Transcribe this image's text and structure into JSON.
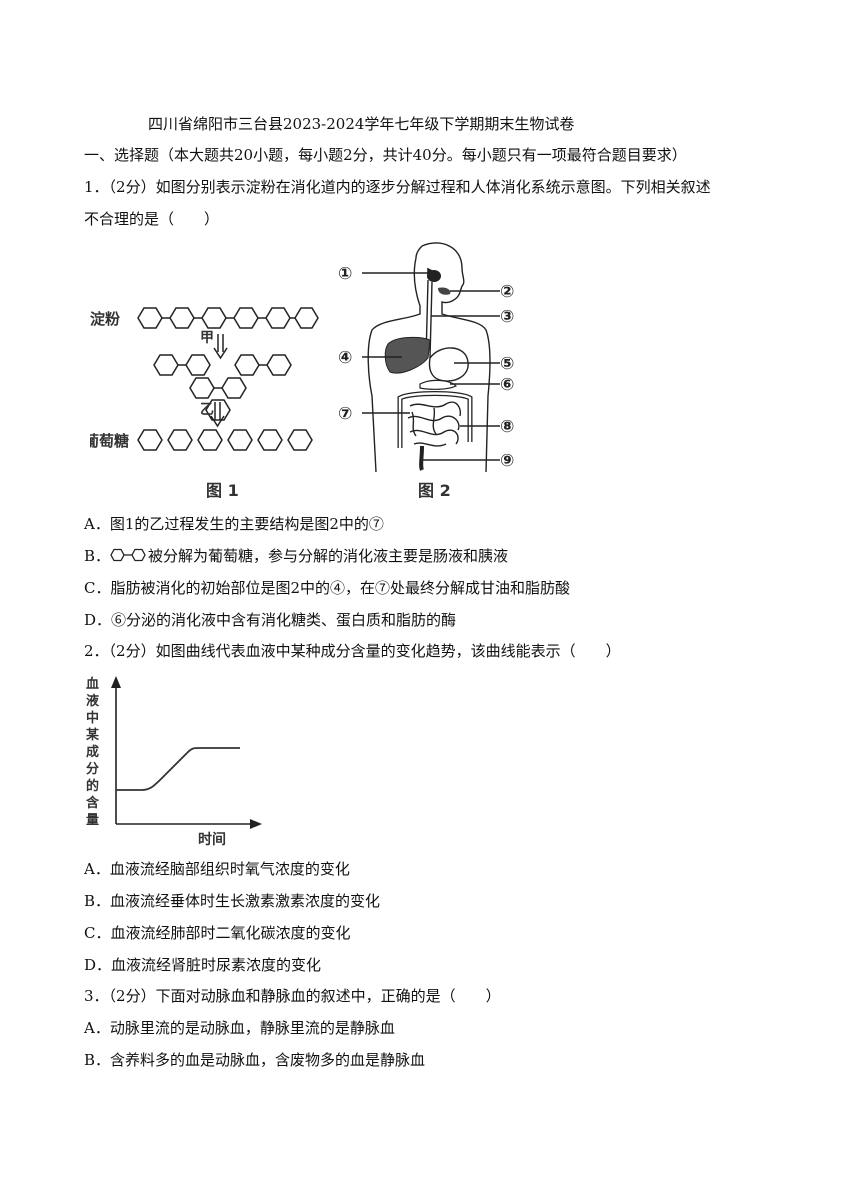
{
  "exam_title": "四川省绵阳市三台县2023-2024学年七年级下学期期末生物试卷",
  "section": "一、选择题（本大题共20小题，每小题2分，共计40分。每小题只有一项最符合题目要求）",
  "q1": {
    "stem_line1": "1．（2分）如图分别表示淀粉在消化道内的逐步分解过程和人体消化系统示意图。下列相关叙述",
    "stem_line2": "不合理的是（　　）",
    "fig1": {
      "starch": "淀粉",
      "jia": "甲",
      "yi": "乙",
      "glucose": "葡萄糖",
      "caption": "图 1"
    },
    "fig2": {
      "labels": [
        "①",
        "②",
        "③",
        "④",
        "⑤",
        "⑥",
        "⑦",
        "⑧",
        "⑨"
      ],
      "caption": "图 2"
    },
    "options": {
      "A": "A．图1的乙过程发生的主要结构是图2中的⑦",
      "B_prefix": "B．",
      "B_text": "被分解为葡萄糖，参与分解的消化液主要是肠液和胰液",
      "C": "C．脂肪被消化的初始部位是图2中的④，在⑦处最终分解成甘油和脂肪酸",
      "D": "D．⑥分泌的消化液中含有消化糖类、蛋白质和脂肪的酶"
    }
  },
  "q2": {
    "stem": "2．（2分）如图曲线代表血液中某种成分含量的变化趋势，该曲线能表示（　　）",
    "chart": {
      "ylabel_chars": [
        "血",
        "液",
        "中",
        "某",
        "成",
        "分",
        "的",
        "含",
        "量"
      ],
      "xlabel": "时间"
    },
    "options": {
      "A": "A．血液流经脑部组织时氧气浓度的变化",
      "B": "B．血液流经垂体时生长激素激素浓度的变化",
      "C": "C．血液流经肺部时二氧化碳浓度的变化",
      "D": "D．血液流经肾脏时尿素浓度的变化"
    }
  },
  "q3": {
    "stem": "3．（2分）下面对动脉血和静脉血的叙述中，正确的是（　　）",
    "options": {
      "A": "A．动脉里流的是动脉血，静脉里流的是静脉血",
      "B": "B．含养料多的血是动脉血，含废物多的血是静脉血"
    }
  }
}
